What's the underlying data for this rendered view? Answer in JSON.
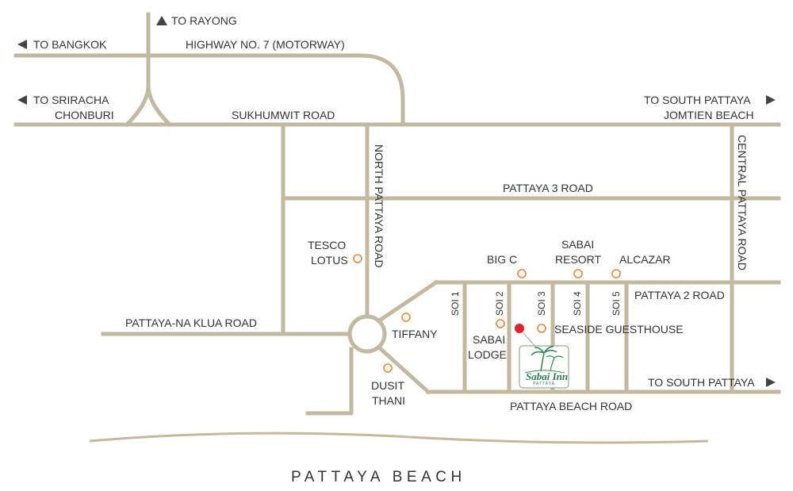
{
  "colors": {
    "road": "#c4b9a0",
    "poi": "#e8853a",
    "hotel_marker": "#e0202a",
    "text": "#333333",
    "logo": "#2e7d4f"
  },
  "directions": {
    "rayong": "TO RAYONG",
    "bangkok": "TO BANGKOK",
    "sriracha_1": "TO SRIRACHA",
    "sriracha_2": "CHONBURI",
    "south_pattaya_1": "TO SOUTH PATTAYA",
    "south_pattaya_2": "JOMTIEN BEACH",
    "south_pattaya_bottom": "TO SOUTH PATTAYA"
  },
  "roads": {
    "highway": "HIGHWAY NO. 7 (MOTORWAY)",
    "sukhumvit": "SUKHUMWIT ROAD",
    "north_pattaya": "NORTH PATTAYA ROAD",
    "central_pattaya": "CENTRAL PATTAYA ROAD",
    "pattaya3": "PATTAYA 3 ROAD",
    "pattaya2": "PATTAYA 2 ROAD",
    "naklua": "PATTAYA-NA KLUA ROAD",
    "beach_road": "PATTAYA BEACH ROAD",
    "soi1": "SOI 1",
    "soi2": "SOI 2",
    "soi3": "SOI 3",
    "soi4": "SOI 4",
    "soi5": "SOI 5"
  },
  "places": {
    "tesco_1": "TESCO",
    "tesco_2": "LOTUS",
    "big_c": "BIG C",
    "sabai_resort_1": "SABAI",
    "sabai_resort_2": "RESORT",
    "alcazar": "ALCAZAR",
    "tiffany": "TIFFANY",
    "sabai_lodge_1": "SABAI",
    "sabai_lodge_2": "LODGE",
    "seaside": "SEASIDE GUESTHOUSE",
    "dusit_1": "DUSIT",
    "dusit_2": "THANI"
  },
  "logo": {
    "name": "Sabai Inn",
    "sub": "PATTAYA"
  },
  "beach": "PATTAYA BEACH"
}
